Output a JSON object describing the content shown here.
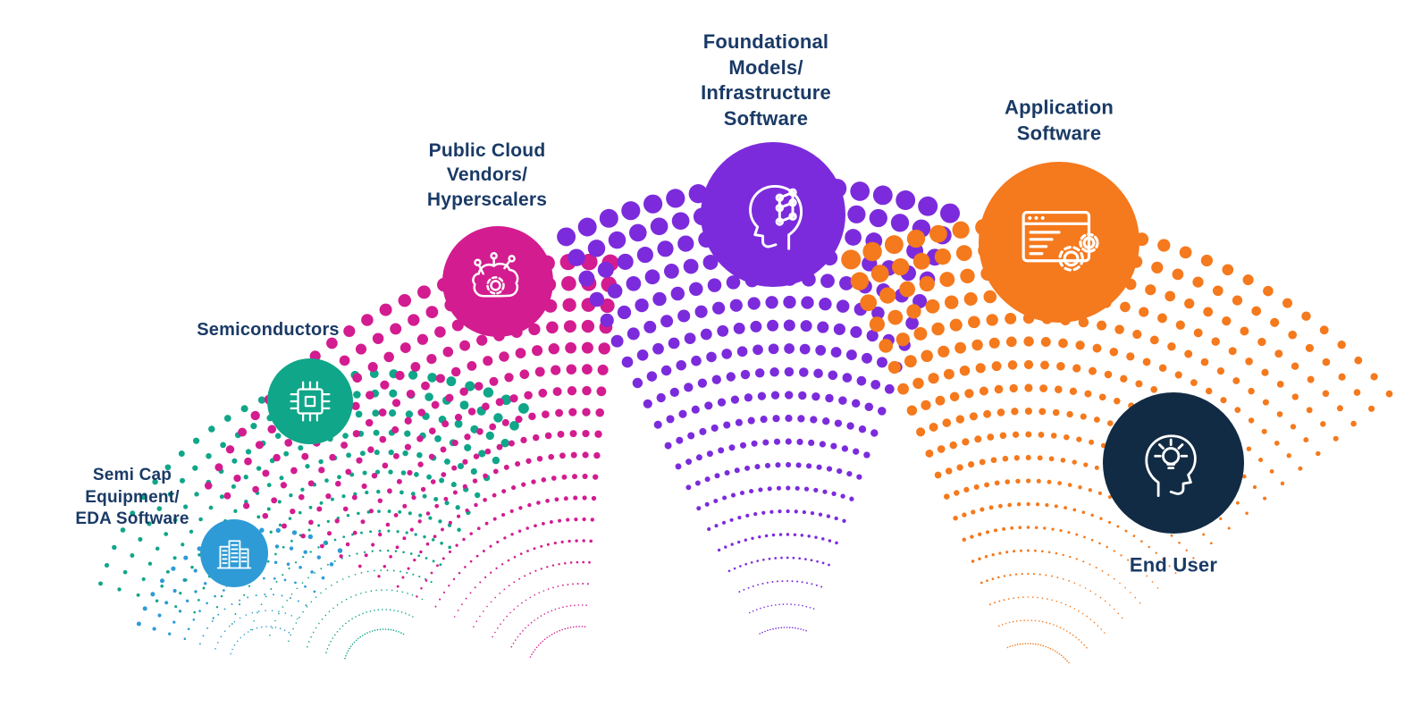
{
  "diagram": {
    "background_color": "#ffffff",
    "label_color": "#1A3A66",
    "nodes": [
      {
        "id": "semi-cap-eda",
        "label": "Semi Cap\nEquipment/\nEDA Software",
        "color": "#2E9BD6",
        "icon": "buildings-icon"
      },
      {
        "id": "semiconductors",
        "label": "Semiconductors",
        "color": "#10A689",
        "icon": "chip-icon"
      },
      {
        "id": "public-cloud-hyperscalers",
        "label": "Public Cloud\nVendors/\nHyperscalers",
        "color": "#D31C90",
        "icon": "cloud-network-gear-icon"
      },
      {
        "id": "foundational-models-infrastructure",
        "label": "Foundational\nModels/\nInfrastructure\nSoftware",
        "color": "#7C2BDC",
        "icon": "head-circuit-icon"
      },
      {
        "id": "application-software",
        "label": "Application\nSoftware",
        "color": "#F5791D",
        "icon": "app-window-gears-icon"
      },
      {
        "id": "end-user",
        "label": "End User",
        "color": "#122B44",
        "icon": "head-lightbulb-icon"
      }
    ]
  }
}
